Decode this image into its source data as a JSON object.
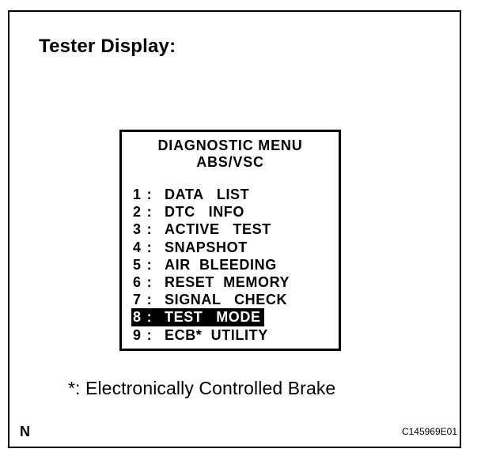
{
  "caption": "Tester Display:",
  "screen": {
    "title_line1": "DIAGNOSTIC  MENU",
    "title_line2": "ABS/VSC",
    "items": [
      {
        "num": "1",
        "label": "DATA   LIST"
      },
      {
        "num": "2",
        "label": "DTC   INFO"
      },
      {
        "num": "3",
        "label": "ACTIVE   TEST"
      },
      {
        "num": "4",
        "label": "SNAPSHOT"
      },
      {
        "num": "5",
        "label": "AIR  BLEEDING"
      },
      {
        "num": "6",
        "label": "RESET  MEMORY"
      },
      {
        "num": "7",
        "label": "SIGNAL   CHECK"
      },
      {
        "num": "8",
        "label": "TEST   MODE"
      },
      {
        "num": "9",
        "label": "ECB*  UTILITY"
      }
    ],
    "selected_index": 8
  },
  "footnote": "*: Electronically Controlled Brake",
  "corner_left": "N",
  "corner_right": "C145969E01",
  "colors": {
    "ink": "#000000",
    "paper": "#ffffff",
    "highlight_bg": "#000000",
    "highlight_fg": "#ffffff"
  }
}
